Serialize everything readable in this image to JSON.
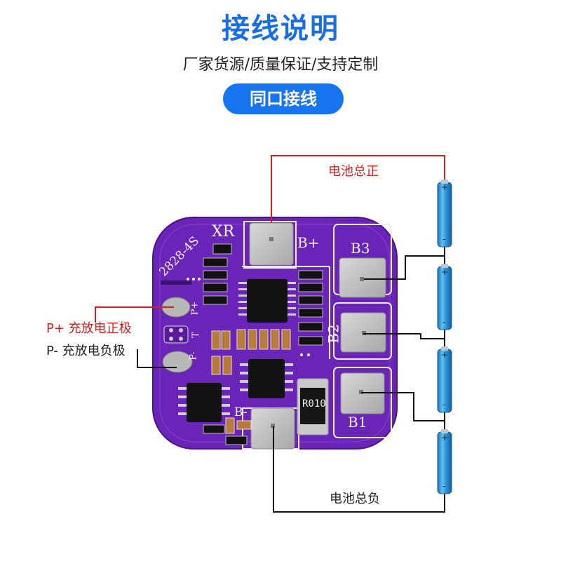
{
  "header": {
    "title": "接线说明",
    "subtitle": "厂家货源/质量保证/支持定制",
    "badge": "同口接线"
  },
  "labels": {
    "battery_total_positive": "电池总正",
    "battery_total_negative": "电池总负",
    "p_plus": "P+ 充放电正极",
    "p_minus": "P- 充放电负极"
  },
  "board": {
    "model": "2828-4S",
    "brand": "XR",
    "pads": [
      "B+",
      "B3",
      "B2",
      "B1",
      "B-"
    ],
    "p_plus_mark": "P+",
    "p_minus_mark": "P-",
    "t_mark": "T",
    "resistor_code": "R010"
  },
  "battery_cells": {
    "count": 4,
    "plus_mark": "+",
    "minus_mark": "-"
  },
  "colors": {
    "title_blue": "#1a6fe0",
    "badge_blue": "#1674ee",
    "board_purple": "#6a24b8",
    "positive_wire": "#d41f1f",
    "wire": "#111111",
    "battery_blue": "#2c93d8"
  }
}
